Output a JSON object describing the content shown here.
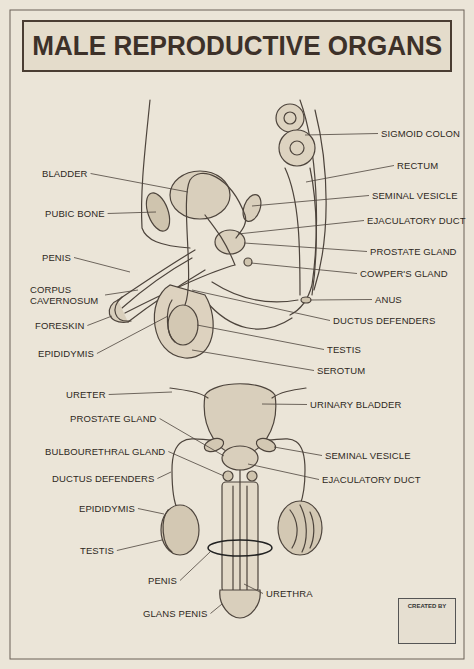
{
  "diagram": {
    "title": "MALE REPRODUCTIVE ORGANS",
    "labels": [
      "SIGMOID COLON",
      "BLADDER",
      "RECTUM",
      "SEMINAL VESICLE",
      "PUBIC BONE",
      "EJACULATORY DUCT",
      "PENIS",
      "PROSTATE GLAND",
      "COWPER'S GLAND",
      "CORPUS CAVERNOSUM",
      "ANUS",
      "FORESKIN",
      "DUCTUS DEFENDERS",
      "EPIDIDYMIS",
      "TESTIS",
      "SEROTUM",
      "URETER",
      "URINARY BLADDER",
      "PROSTATE GLAND",
      "BULBOURETHRAL GLAND",
      "SEMINAL VESICLE",
      "DUCTUS DEFENDERS",
      "EJACULATORY DUCT",
      "EPIDIDYMIS",
      "TESTIS",
      "PENIS",
      "URETHRA",
      "GLANS PENIS",
      "CREATED BY"
    ]
  }
}
